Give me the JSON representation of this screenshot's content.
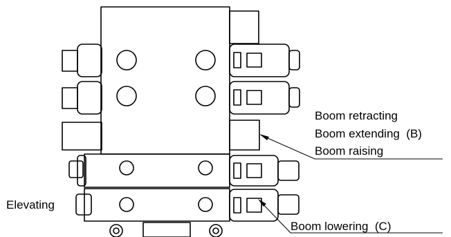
{
  "labels": {
    "boom_retracting": "Boom retracting",
    "boom_extending": "Boom extending  (B)",
    "boom_raising": "Boom raising",
    "elevating": "Elevating",
    "boom_lowering": "Boom lowering  (C)"
  }
}
